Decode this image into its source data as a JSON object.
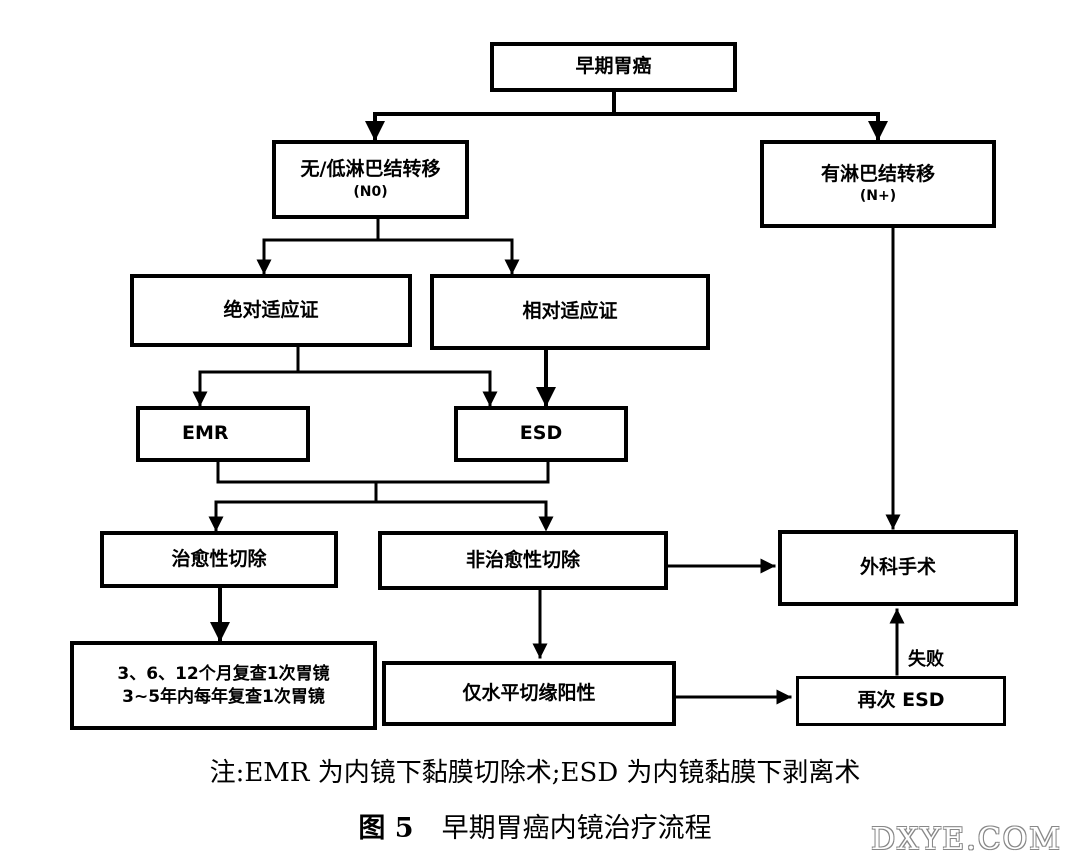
{
  "nodes": {
    "early_gastric_cancer": "早期胃癌",
    "no_lymph_node": {
      "line1": "无/低淋巴结转移",
      "line2": "(N0)"
    },
    "lymph_node": {
      "line1": "有淋巴结转移",
      "line2": "(N+)"
    },
    "absolute_indication": "绝对适应证",
    "relative_indication": "相对适应证",
    "emr": "EMR",
    "esd": "ESD",
    "curative_resection": "治愈性切除",
    "non_curative_resection": "非治愈性切除",
    "surgery": "外科手术",
    "followup": {
      "line1": "3、6、12个月复查1次胃镜",
      "line2": "3~5年内每年复查1次胃镜"
    },
    "lateral_margin_positive": "仅水平切缘阳性",
    "repeat_esd": "再次 ESD"
  },
  "labels": {
    "failure": "失败"
  },
  "note": "注:EMR 为内镜下黏膜切除术;ESD 为内镜黏膜下剥离术",
  "caption": {
    "number": "图 5",
    "title": "早期胃癌内镜治疗流程"
  },
  "watermark": "DXYE.COM"
}
